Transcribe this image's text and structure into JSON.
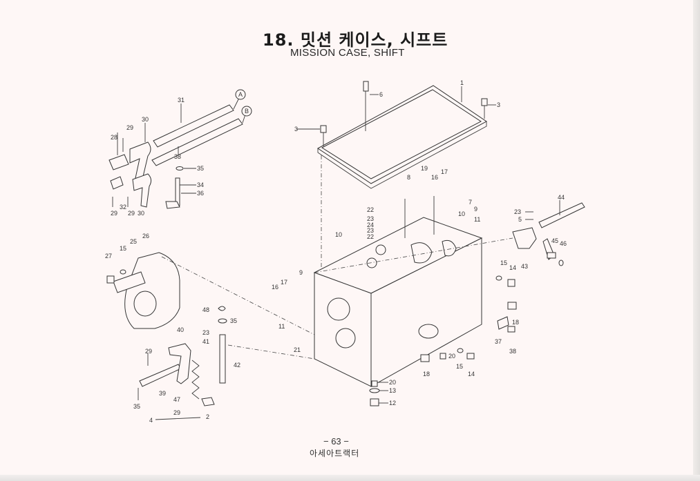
{
  "header": {
    "title_ko": "18. 밋션 케이스, 시프트",
    "title_en": "MISSION CASE, SHIFT"
  },
  "footer": {
    "page_number": "− 63 −",
    "publisher": "아세아트랙터"
  },
  "callouts": {
    "ref_A": "A",
    "ref_B": "B",
    "labels": [
      {
        "id": "c31",
        "text": "31"
      },
      {
        "id": "c30a",
        "text": "30"
      },
      {
        "id": "c29a",
        "text": "29"
      },
      {
        "id": "c28",
        "text": "28"
      },
      {
        "id": "c33",
        "text": "33"
      },
      {
        "id": "c35a",
        "text": "35"
      },
      {
        "id": "c34",
        "text": "34"
      },
      {
        "id": "c36",
        "text": "36"
      },
      {
        "id": "c29b",
        "text": "29"
      },
      {
        "id": "c32",
        "text": "32"
      },
      {
        "id": "c29c",
        "text": "29"
      },
      {
        "id": "c30b",
        "text": "30"
      },
      {
        "id": "c6",
        "text": "6"
      },
      {
        "id": "c1",
        "text": "1"
      },
      {
        "id": "c3a",
        "text": "3"
      },
      {
        "id": "c3b",
        "text": "3"
      },
      {
        "id": "c8",
        "text": "8"
      },
      {
        "id": "c19",
        "text": "19"
      },
      {
        "id": "c16a",
        "text": "16"
      },
      {
        "id": "c17a",
        "text": "17"
      },
      {
        "id": "c7",
        "text": "7"
      },
      {
        "id": "c9a",
        "text": "9"
      },
      {
        "id": "c10a",
        "text": "10"
      },
      {
        "id": "c11a",
        "text": "11"
      },
      {
        "id": "c22a",
        "text": "22"
      },
      {
        "id": "c23a",
        "text": "23"
      },
      {
        "id": "c24",
        "text": "24"
      },
      {
        "id": "c23b",
        "text": "23"
      },
      {
        "id": "c22b",
        "text": "22"
      },
      {
        "id": "c10b",
        "text": "10"
      },
      {
        "id": "c44",
        "text": "44"
      },
      {
        "id": "c23c",
        "text": "23"
      },
      {
        "id": "c5",
        "text": "5"
      },
      {
        "id": "c45",
        "text": "45"
      },
      {
        "id": "c46",
        "text": "46"
      },
      {
        "id": "c43",
        "text": "43"
      },
      {
        "id": "c15a",
        "text": "15"
      },
      {
        "id": "c14a",
        "text": "14"
      },
      {
        "id": "c18a",
        "text": "18"
      },
      {
        "id": "c37",
        "text": "37"
      },
      {
        "id": "c38",
        "text": "38"
      },
      {
        "id": "c27",
        "text": "27"
      },
      {
        "id": "c15b",
        "text": "15"
      },
      {
        "id": "c25",
        "text": "25"
      },
      {
        "id": "c26",
        "text": "26"
      },
      {
        "id": "c16b",
        "text": "16"
      },
      {
        "id": "c17b",
        "text": "17"
      },
      {
        "id": "c9b",
        "text": "9"
      },
      {
        "id": "c11b",
        "text": "11"
      },
      {
        "id": "c21",
        "text": "21"
      },
      {
        "id": "c48",
        "text": "48"
      },
      {
        "id": "c35b",
        "text": "35"
      },
      {
        "id": "c40",
        "text": "40"
      },
      {
        "id": "c23d",
        "text": "23"
      },
      {
        "id": "c41",
        "text": "41"
      },
      {
        "id": "c42",
        "text": "42"
      },
      {
        "id": "c29d",
        "text": "29"
      },
      {
        "id": "c39",
        "text": "39"
      },
      {
        "id": "c35c",
        "text": "35"
      },
      {
        "id": "c47",
        "text": "47"
      },
      {
        "id": "c29e",
        "text": "29"
      },
      {
        "id": "c2",
        "text": "2"
      },
      {
        "id": "c4",
        "text": "4"
      },
      {
        "id": "c20a",
        "text": "20"
      },
      {
        "id": "c15c",
        "text": "15"
      },
      {
        "id": "c14b",
        "text": "14"
      },
      {
        "id": "c18b",
        "text": "18"
      },
      {
        "id": "c20b",
        "text": "20"
      },
      {
        "id": "c13",
        "text": "13"
      },
      {
        "id": "c12",
        "text": "12"
      }
    ]
  }
}
